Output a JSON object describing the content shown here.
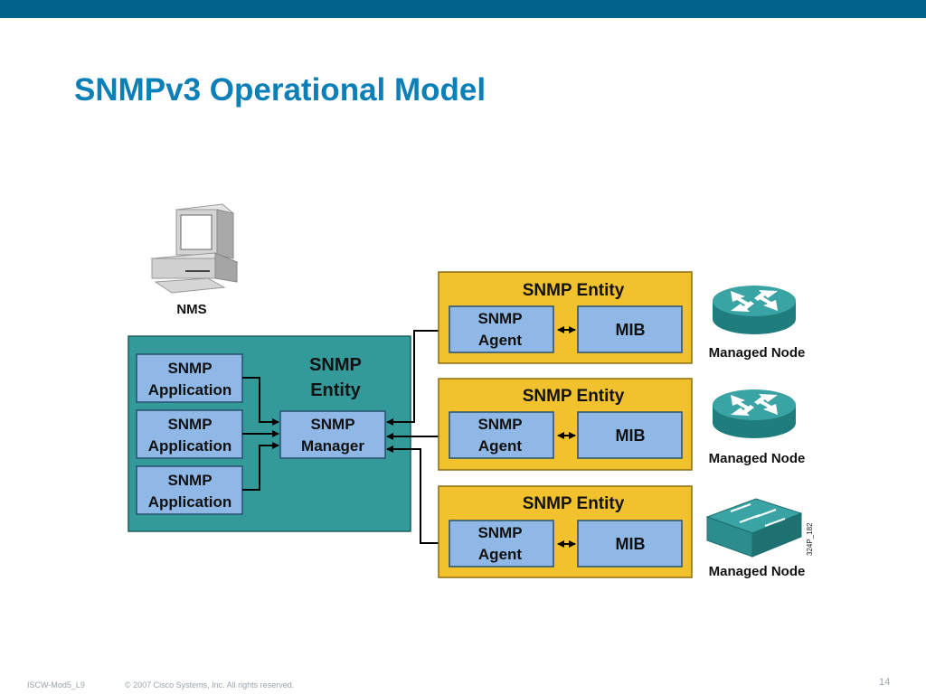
{
  "slide": {
    "title": "SNMPv3 Operational Model",
    "footer_course": "ISCW-Mod5_L9",
    "footer_copyright": "© 2007 Cisco Systems, Inc. All rights reserved.",
    "page_number": "14"
  },
  "colors": {
    "topbar": "#04638d",
    "title": "#0a7fb8",
    "manager_entity_fill": "#339999",
    "agent_entity_fill": "#f2c12e",
    "inner_box_fill": "#8fb8e6"
  },
  "nms": {
    "label": "NMS"
  },
  "manager_entity": {
    "title_line1": "SNMP",
    "title_line2": "Entity",
    "applications": [
      {
        "line1": "SNMP",
        "line2": "Application"
      },
      {
        "line1": "SNMP",
        "line2": "Application"
      },
      {
        "line1": "SNMP",
        "line2": "Application"
      }
    ],
    "manager": {
      "line1": "SNMP",
      "line2": "Manager"
    }
  },
  "agent_entities": [
    {
      "title": "SNMP Entity",
      "agent_line1": "SNMP",
      "agent_line2": "Agent",
      "mib": "MIB",
      "node_label": "Managed Node",
      "node_icon": "router-icon"
    },
    {
      "title": "SNMP Entity",
      "agent_line1": "SNMP",
      "agent_line2": "Agent",
      "mib": "MIB",
      "node_label": "Managed Node",
      "node_icon": "router-icon"
    },
    {
      "title": "SNMP Entity",
      "agent_line1": "SNMP",
      "agent_line2": "Agent",
      "mib": "MIB",
      "node_label": "Managed Node",
      "node_icon": "switch-icon"
    }
  ],
  "figure_code": "324P_182"
}
